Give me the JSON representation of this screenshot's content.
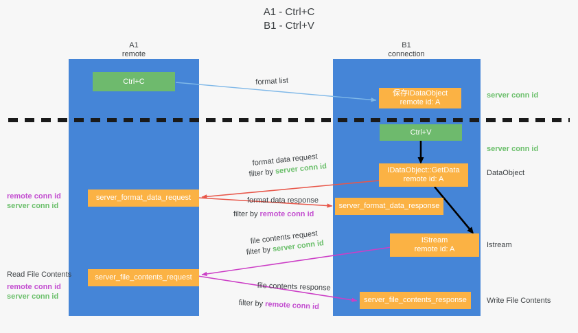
{
  "title": {
    "line1": "A1 - Ctrl+C",
    "line2": "B1 - Ctrl+V"
  },
  "colors": {
    "lane": "#4585d7",
    "green_box": "#6eba6d",
    "orange_box": "#fbb244",
    "server_conn_id": "#6bbf6b",
    "remote_conn_id": "#c34fd0",
    "arrow_format_list": "#7fb8e8",
    "arrow_format_data": "#e8574a",
    "arrow_file_contents": "#cc3fc6",
    "arrow_flow": "#000000",
    "divider": "#1a1a1a",
    "background": "#f7f7f7",
    "text": "#3c4043"
  },
  "lanes": [
    {
      "name": "A1",
      "sub": "remote"
    },
    {
      "name": "B1",
      "sub": "connection"
    }
  ],
  "nodes": {
    "ctrl_c": {
      "line1": "Ctrl+C",
      "line2": ""
    },
    "save_idataobject": {
      "line1": "保存IDataObject",
      "line2": "remote id: A"
    },
    "ctrl_v": {
      "line1": "Ctrl+V",
      "line2": ""
    },
    "idataobject_getdata": {
      "line1": "IDataObject::GetData",
      "line2": "remote id: A"
    },
    "server_format_data_request": {
      "line1": "server_format_data_request",
      "line2": ""
    },
    "server_format_data_response": {
      "line1": "server_format_data_response",
      "line2": ""
    },
    "istream": {
      "line1": "IStream",
      "line2": "remote id: A"
    },
    "server_file_contents_request": {
      "line1": "server_file_contents_request",
      "line2": ""
    },
    "server_file_contents_response": {
      "line1": "server_file_contents_response",
      "line2": ""
    }
  },
  "edge_labels": {
    "format_list": "format list",
    "format_data_request": "format data request",
    "format_data_request_filter_prefix": "filter by ",
    "format_data_request_filter_value": "server conn id",
    "format_data_response": "format data response",
    "format_data_response_filter_prefix": "filter by ",
    "format_data_response_filter_value": "remote conn id",
    "file_contents_request": "file contents request",
    "file_contents_request_filter_prefix": "filter by ",
    "file_contents_request_filter_value": "server conn id",
    "file_contents_response": "file contents response",
    "file_contents_response_filter_prefix": "filter by ",
    "file_contents_response_filter_value": "remote conn id"
  },
  "right_annotations": {
    "server_conn_id_top": "server conn id",
    "server_conn_id_mid": "server conn id",
    "dataobject": "DataObject",
    "istream": "Istream",
    "write_file_contents": "Write File Contents"
  },
  "left_annotations": {
    "format_remote": "remote conn id",
    "format_server": "server conn id",
    "read_file_contents": "Read File Contents",
    "file_remote": "remote conn id",
    "file_server": "server conn id"
  }
}
